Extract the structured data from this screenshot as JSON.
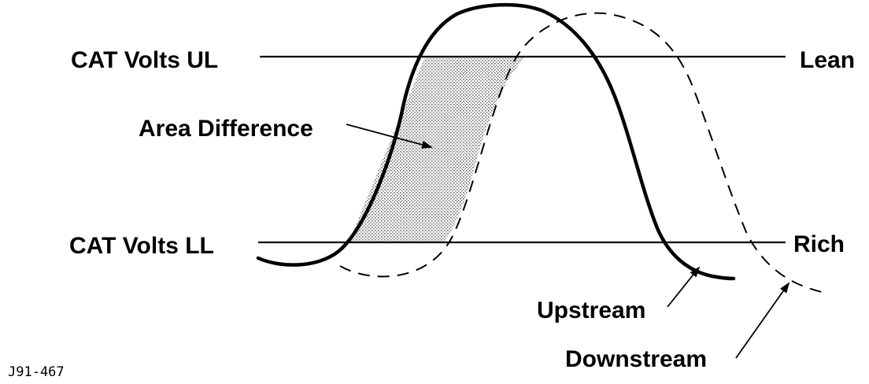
{
  "labels": {
    "upper_limit": "CAT Volts UL",
    "lower_limit": "CAT Volts LL",
    "lean": "Lean",
    "rich": "Rich",
    "area_difference": "Area Difference",
    "upstream": "Upstream",
    "downstream": "Downstream",
    "figure_id": "J91-467"
  },
  "colors": {
    "ink": "#000000",
    "background": "#ffffff",
    "shade": "#9a9a9a"
  }
}
